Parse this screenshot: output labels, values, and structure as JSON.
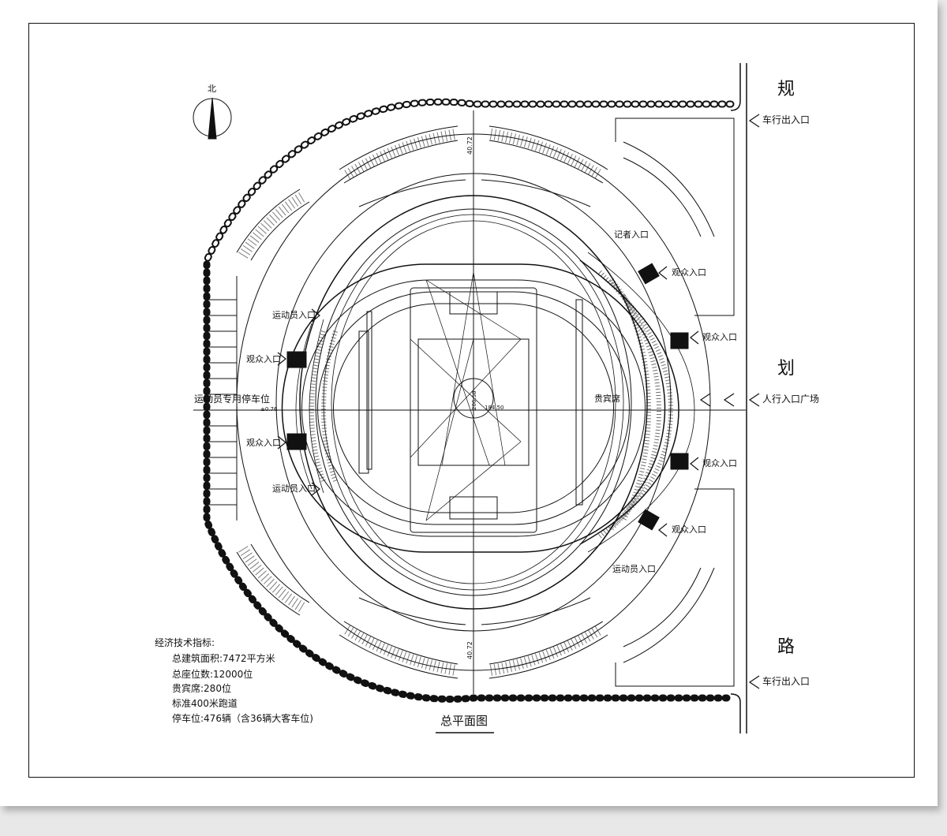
{
  "north": {
    "label": "北"
  },
  "road": {
    "chars": [
      "规",
      "划",
      "路"
    ]
  },
  "entrances": {
    "vehicle_top": "车行出入口",
    "vehicle_bottom": "车行出入口",
    "pedestrian_plaza": "人行入口广场"
  },
  "labels": {
    "athlete_parking": "运动员专用停车位",
    "athlete_entrance_1": "运动员入口",
    "athlete_entrance_2": "运动员入口",
    "athlete_entrance_3": "运动员入口",
    "spectator_entrance_1": "观众入口",
    "spectator_entrance_2": "观众入口",
    "spectator_entrance_3": "观众入口",
    "spectator_entrance_4": "观众入口",
    "spectator_entrance_5": "观众入口",
    "spectator_entrance_6": "观众入口",
    "vip_seats": "贵宾席",
    "reporter_entrance": "记者入口",
    "dim_top": "40.72",
    "dim_bottom": "40.72",
    "dim_center_1": "206.58",
    "dim_center_2": "184.50",
    "elevation": "±0.76"
  },
  "metrics": {
    "heading": "经济技术指标:",
    "floor_area": "总建筑面积:7472平方米",
    "seats": "总座位数:12000位",
    "vip": "贵宾席:280位",
    "track": "标准400米跑道",
    "parking": "停车位:476辆（含36辆大客车位)"
  },
  "title": "总平面图"
}
